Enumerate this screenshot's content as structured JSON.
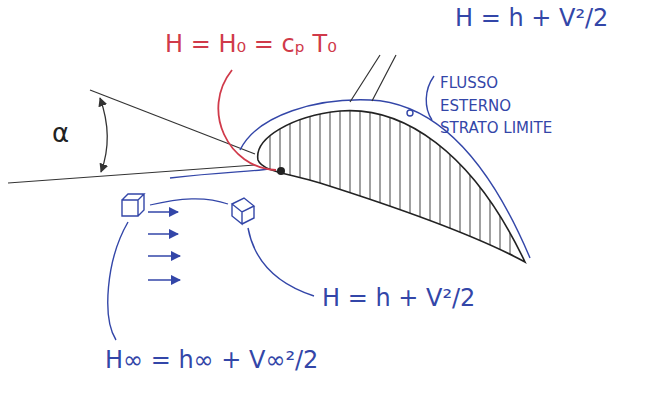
{
  "diagram": {
    "labels": [
      "H = H₀ = cₚ T₀",
      "H = h + V²/2",
      "FLUSSO ESTERNO STRATO LIMITE",
      "α",
      "H = h + V²/2",
      "H∞ = h∞ + V∞²/2"
    ]
  }
}
